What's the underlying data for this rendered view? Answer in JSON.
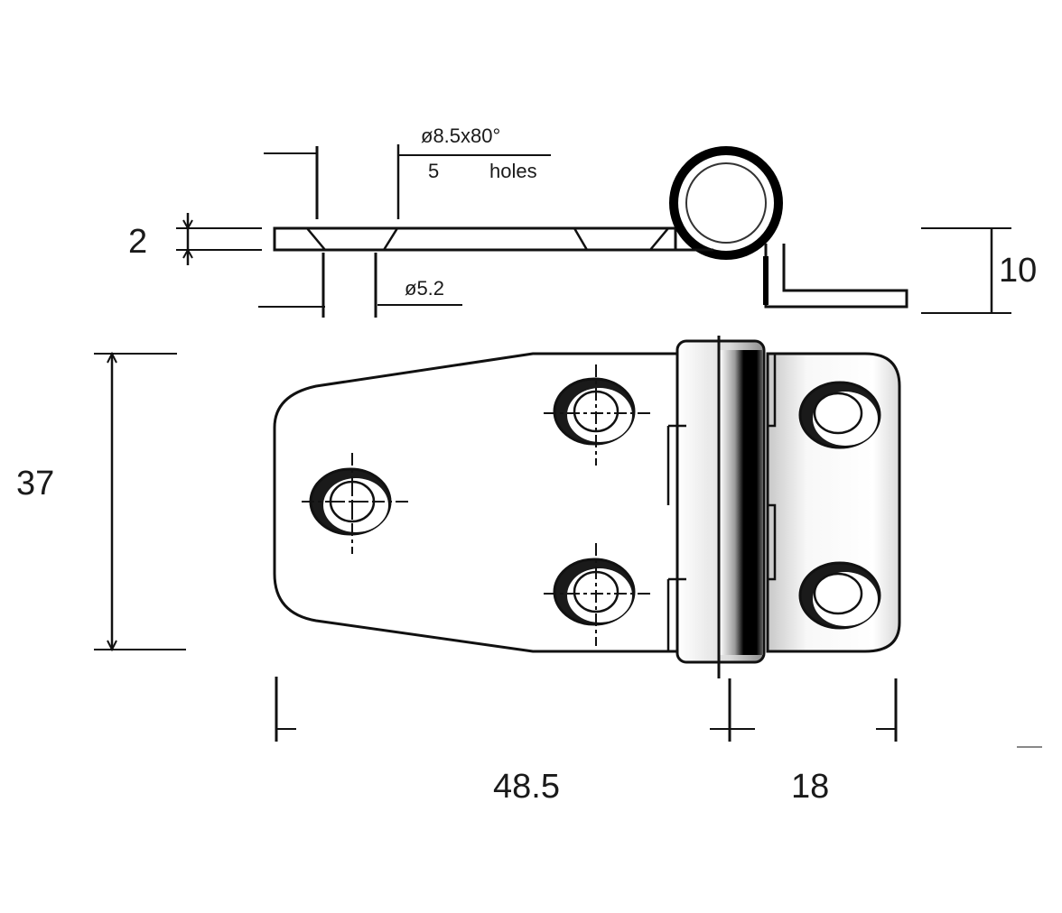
{
  "drawing": {
    "dimensions": {
      "thickness": "2",
      "height": "10",
      "width": "37",
      "leaf_length": "48.5",
      "knuckle_length": "18"
    },
    "hole_notes": {
      "countersink": "ø8.5x80°",
      "count": "5",
      "count_label": "holes",
      "through": "ø5.2"
    },
    "colors": {
      "line": "#111111",
      "background": "#ffffff",
      "shade_dark": "#000000",
      "shade_light": "#f4f4f4"
    }
  }
}
